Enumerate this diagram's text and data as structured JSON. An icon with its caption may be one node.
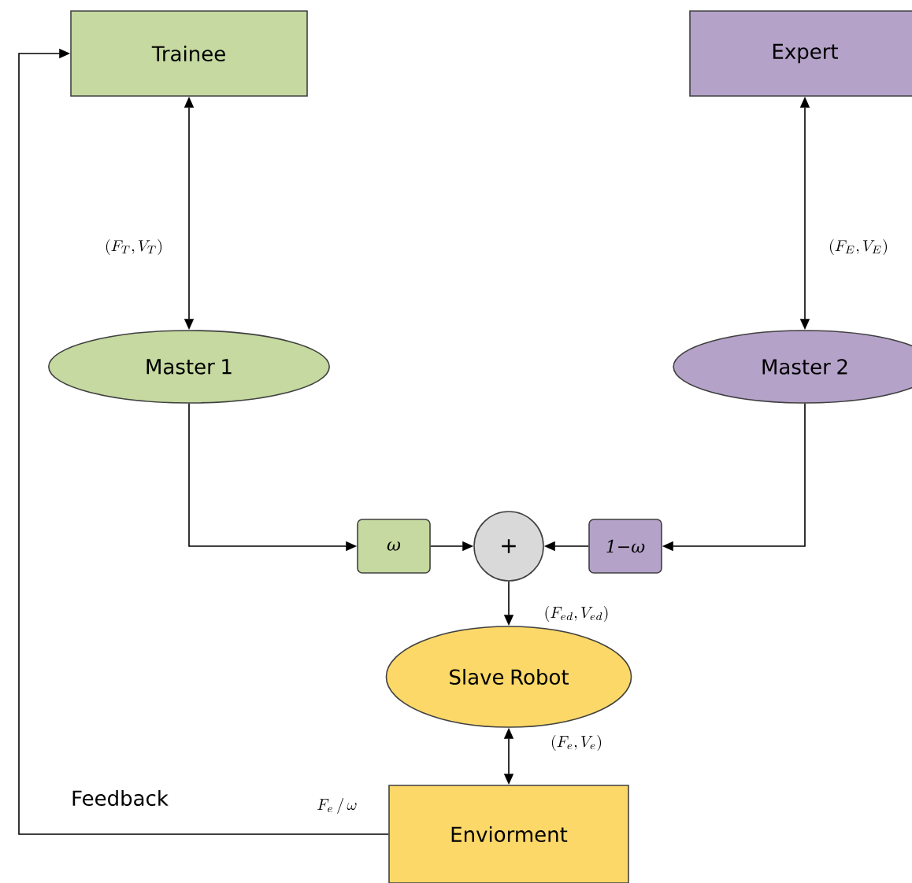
{
  "diagram": {
    "nodes": [
      {
        "text": [
          "Trainee"
        ]
      },
      {
        "text": [
          "Expert"
        ]
      },
      {
        "text": [
          "Master 1"
        ]
      },
      {
        "text": [
          "Master 2"
        ]
      },
      {
        "text": [
          "ω"
        ]
      },
      {
        "text": [
          "+"
        ]
      },
      {
        "text": [
          "1−ω"
        ]
      },
      {
        "text": [
          "Slave Robot"
        ]
      },
      {
        "text": [
          "Enviorment"
        ]
      }
    ],
    "edges": [
      {
        "from": 0,
        "to": 2,
        "arrow": "both",
        "label": "(F_T,V_T)"
      },
      {
        "from": 1,
        "to": 3,
        "arrow": "both",
        "label": "(F_E,V_E)"
      },
      {
        "from": 2,
        "to": 4,
        "arrow": "to"
      },
      {
        "from": 4,
        "to": 5,
        "arrow": "to"
      },
      {
        "from": 3,
        "to": 6,
        "arrow": "to"
      },
      {
        "from": 6,
        "to": 5,
        "arrow": "to"
      },
      {
        "from": 5,
        "to": 7,
        "arrow": "to",
        "label": "(F_{ed},V_{ed})"
      },
      {
        "from": 7,
        "to": 8,
        "arrow": "both",
        "label": "(F_e,V_e)"
      },
      {
        "from": 8,
        "to": 0,
        "arrow": "to",
        "label": "F_e\\,/\\,\\omega"
      }
    ],
    "labels": [
      "Feedback"
    ]
  }
}
